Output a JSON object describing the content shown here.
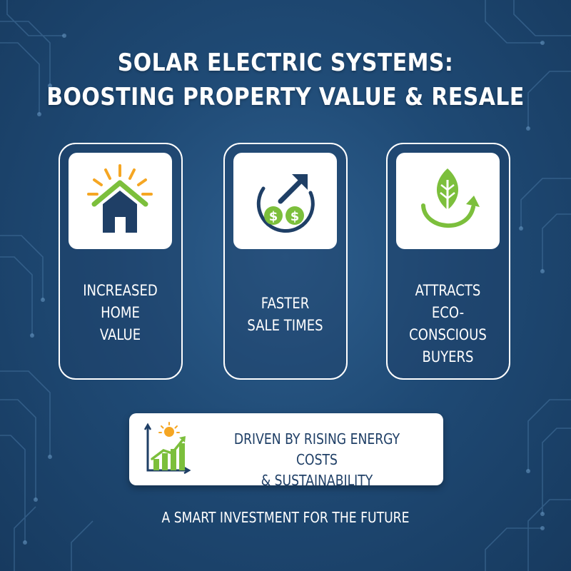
{
  "title": {
    "line1": "SOLAR ELECTRIC SYSTEMS:",
    "line2": "BOOSTING PROPERTY VALUE & RESALE"
  },
  "cards": [
    {
      "icon": "house-sun-icon",
      "label_lines": [
        "INCREASED",
        "HOME",
        "VALUE"
      ]
    },
    {
      "icon": "dollar-growth-arrow-icon",
      "label_lines": [
        "FASTER",
        "SALE TIMES"
      ]
    },
    {
      "icon": "leaf-cycle-icon",
      "label_lines": [
        "ATTRACTS",
        "ECO-CONSCIOUS",
        "BUYERS"
      ]
    }
  ],
  "driver": {
    "icon": "sun-bar-chart-icon",
    "line1": "DRIVEN BY RISING ENERGY COSTS",
    "line2": "& SUSTAINABILITY"
  },
  "tagline": "A SMART INVESTMENT FOR THE FUTURE",
  "colors": {
    "background": "#1f4a75",
    "navy": "#1f3f66",
    "green": "#7cbf3c",
    "sun": "#f5a623"
  }
}
